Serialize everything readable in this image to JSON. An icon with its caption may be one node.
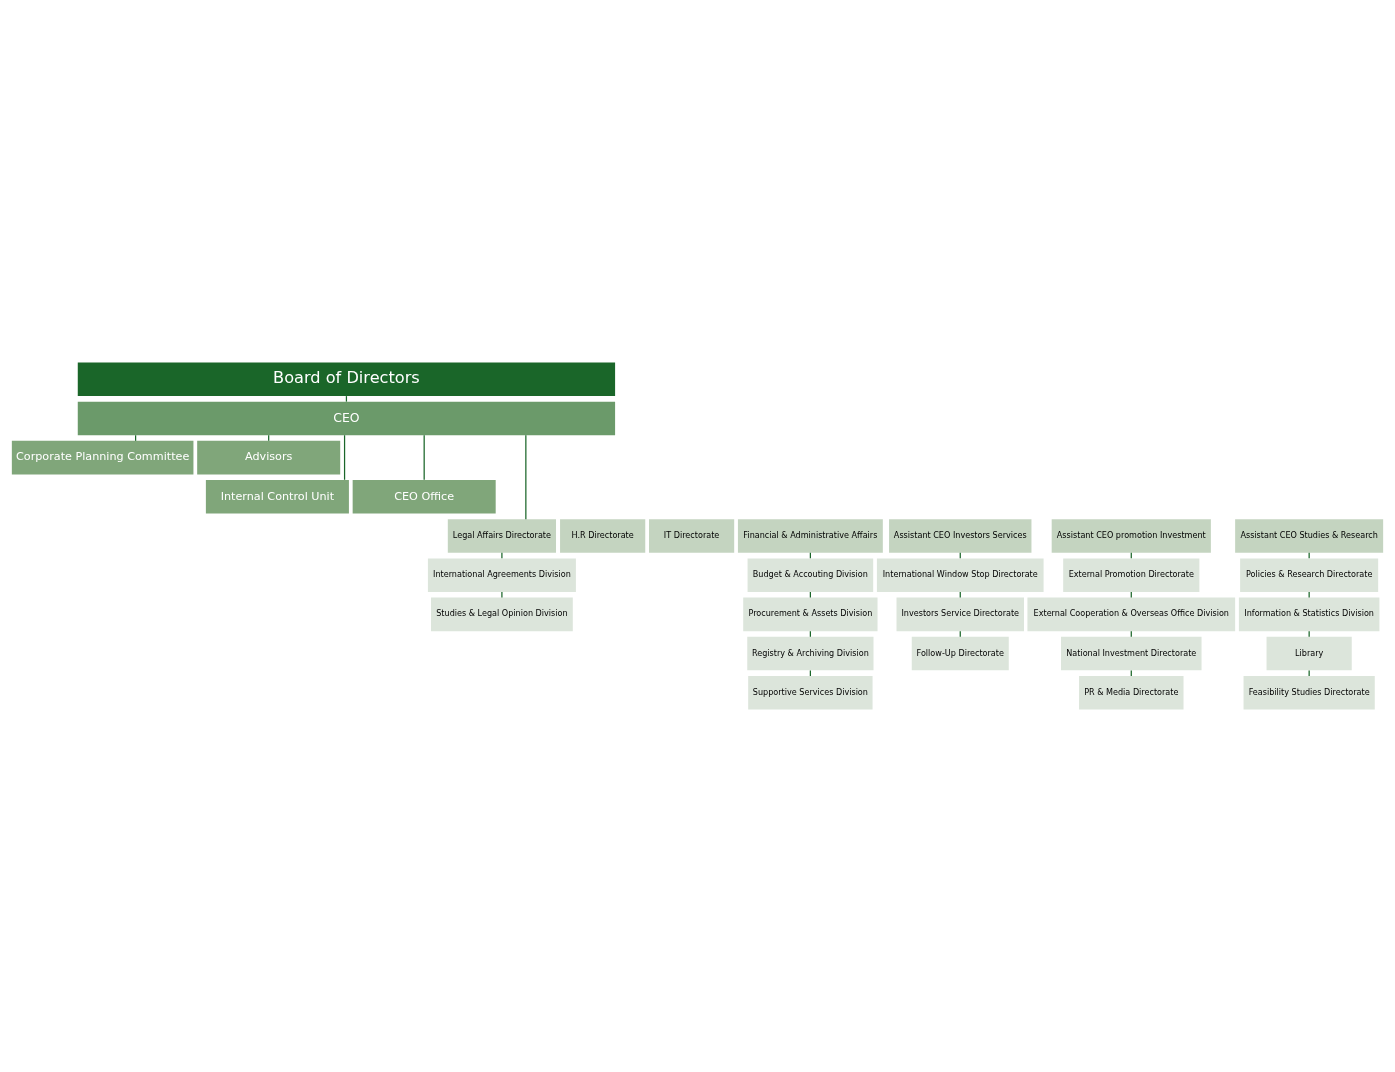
{
  "diagram": {
    "nodes": [
      {
        "text": [
          "Board of Directors"
        ]
      },
      {
        "text": [
          "CEO"
        ]
      },
      {
        "text": [
          "Corporate Planning Committee"
        ]
      },
      {
        "text": [
          "Advisors"
        ]
      },
      {
        "text": [
          "Internal Control Unit"
        ]
      },
      {
        "text": [
          "CEO Office"
        ]
      },
      {
        "text": [
          "H.R Directorate"
        ]
      },
      {
        "text": [
          "IT Directorate"
        ]
      },
      {
        "text": [
          "Financial & Administrative Affairs"
        ]
      },
      {
        "text": [
          "Legal Affairs Directorate"
        ]
      },
      {
        "text": [
          "Assistant CEO Investors Services"
        ]
      },
      {
        "text": [
          "Assistant CEO promotion Investment"
        ]
      },
      {
        "text": [
          "Assistant CEO Studies & Research"
        ]
      },
      {
        "text": [
          "Budget & Accouting Division"
        ]
      },
      {
        "text": [
          "International Agreements Division"
        ]
      },
      {
        "text": [
          "International Window Stop Directorate"
        ]
      },
      {
        "text": [
          "External Promotion Directorate"
        ]
      },
      {
        "text": [
          "Policies & Research Directorate"
        ]
      },
      {
        "text": [
          "Procurement & Assets Division"
        ]
      },
      {
        "text": [
          "Studies & Legal Opinion Division"
        ]
      },
      {
        "text": [
          "Investors Service Directorate"
        ]
      },
      {
        "text": [
          "External Cooperation & Overseas Office Division"
        ]
      },
      {
        "text": [
          "Information & Statistics Division"
        ]
      },
      {
        "text": [
          "Registry & Archiving Division"
        ]
      },
      {
        "text": [
          "Follow-Up Directorate"
        ]
      },
      {
        "text": [
          "National Investment Directorate"
        ]
      },
      {
        "text": [
          "Library"
        ]
      },
      {
        "text": [
          "Supportive Services Division"
        ]
      },
      {
        "text": [
          "PR & Media Directorate"
        ]
      },
      {
        "text": [
          "Feasibility Studies Directorate"
        ]
      }
    ],
    "edges": [
      {
        "from": 0,
        "to": 1,
        "arrow": "none"
      },
      {
        "from": 1,
        "to": 2,
        "arrow": "none"
      },
      {
        "from": 1,
        "to": 3,
        "arrow": "none"
      },
      {
        "from": 1,
        "to": 4,
        "arrow": "none"
      },
      {
        "from": 1,
        "to": 5,
        "arrow": "none"
      },
      {
        "from": 1,
        "to": 9,
        "arrow": "none"
      },
      {
        "from": 8,
        "to": 13,
        "arrow": "none"
      },
      {
        "from": 13,
        "to": 18,
        "arrow": "none"
      },
      {
        "from": 18,
        "to": 23,
        "arrow": "none"
      },
      {
        "from": 23,
        "to": 27,
        "arrow": "none"
      },
      {
        "from": 9,
        "to": 14,
        "arrow": "none"
      },
      {
        "from": 14,
        "to": 19,
        "arrow": "none"
      },
      {
        "from": 10,
        "to": 15,
        "arrow": "none"
      },
      {
        "from": 15,
        "to": 20,
        "arrow": "none"
      },
      {
        "from": 20,
        "to": 24,
        "arrow": "none"
      },
      {
        "from": 11,
        "to": 16,
        "arrow": "none"
      },
      {
        "from": 16,
        "to": 21,
        "arrow": "none"
      },
      {
        "from": 21,
        "to": 25,
        "arrow": "none"
      },
      {
        "from": 25,
        "to": 28,
        "arrow": "none"
      },
      {
        "from": 12,
        "to": 17,
        "arrow": "none"
      },
      {
        "from": 17,
        "to": 22,
        "arrow": "none"
      },
      {
        "from": 22,
        "to": 26,
        "arrow": "none"
      },
      {
        "from": 26,
        "to": 29,
        "arrow": "none"
      }
    ]
  }
}
